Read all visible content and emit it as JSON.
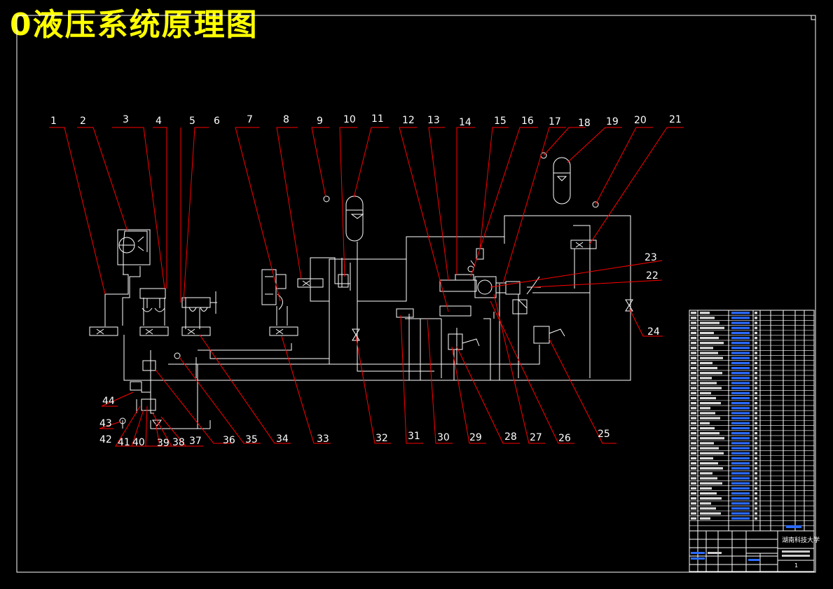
{
  "title": "0液压系统原理图",
  "callouts": [
    "1",
    "2",
    "3",
    "4",
    "5",
    "6",
    "7",
    "8",
    "9",
    "10",
    "11",
    "12",
    "13",
    "14",
    "15",
    "16",
    "17",
    "18",
    "19",
    "20",
    "21",
    "22",
    "23",
    "24",
    "25",
    "26",
    "27",
    "28",
    "29",
    "30",
    "31",
    "32",
    "33",
    "34",
    "35",
    "36",
    "37",
    "38",
    "39",
    "40",
    "41",
    "42",
    "43",
    "44"
  ],
  "title_block": {
    "institution": "湖南科技大学",
    "sheet_number": "1"
  },
  "colors": {
    "background": "#000000",
    "line": "#ffffff",
    "leader": "#ff0000",
    "title": "#ffff00",
    "table_blue": "#2b6bff"
  }
}
